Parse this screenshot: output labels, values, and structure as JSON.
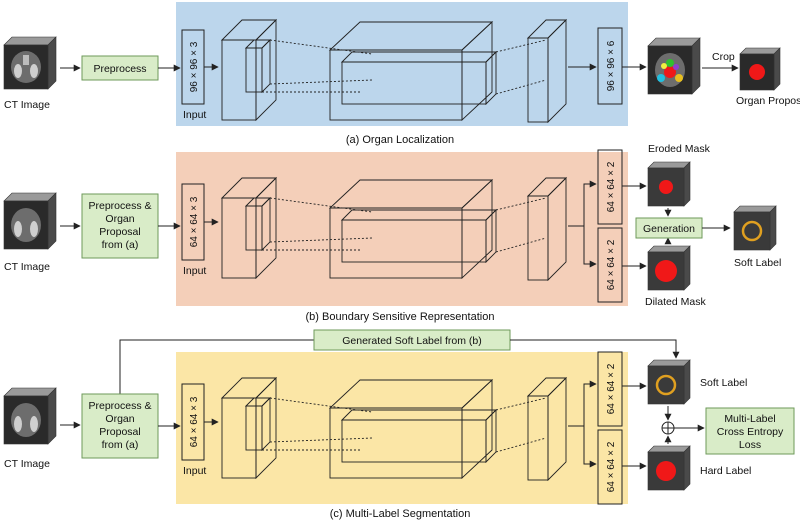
{
  "colors": {
    "panel_a": "#bcd6ec",
    "panel_b": "#f4cfb9",
    "panel_c": "#fbe6a6",
    "process_fill": "#d9ecc8",
    "process_stroke": "#6e9a5a",
    "organ_red": "#f01818",
    "soft_label_ring": "#e0a020"
  },
  "a": {
    "ct_label": "CT Image",
    "preprocess": "Preprocess",
    "input_dim": "96 × 96 × 3",
    "input_label": "Input",
    "output_dim": "96 × 96 × 6",
    "crop": "Crop",
    "organ_proposal": "Organ Proposal",
    "caption": "(a) Organ Localization"
  },
  "b": {
    "ct_label": "CT Image",
    "preprocess_lines": [
      "Preprocess &",
      "Organ",
      "Proposal",
      "from (a)"
    ],
    "input_dim": "64 × 64 × 3",
    "input_label": "Input",
    "output_dim_top": "64 × 64 × 2",
    "output_dim_bottom": "64 × 64 × 2",
    "eroded_mask": "Eroded Mask",
    "dilated_mask": "Dilated Mask",
    "generation": "Generation",
    "soft_label": "Soft Label",
    "caption": "(b) Boundary Sensitive Representation"
  },
  "c": {
    "ct_label": "CT Image",
    "preprocess_lines": [
      "Preprocess &",
      "Organ",
      "Proposal",
      "from (a)"
    ],
    "generated_soft_label": "Generated Soft Label from (b)",
    "input_dim": "64 × 64 × 3",
    "input_label": "Input",
    "output_dim_top": "64 × 64 × 2",
    "output_dim_bottom": "64 × 64 × 2",
    "soft_label": "Soft Label",
    "hard_label": "Hard Label",
    "loss_lines": [
      "Multi-Label",
      "Cross Entropy",
      "Loss"
    ],
    "caption": "(c) Multi-Label Segmentation"
  }
}
